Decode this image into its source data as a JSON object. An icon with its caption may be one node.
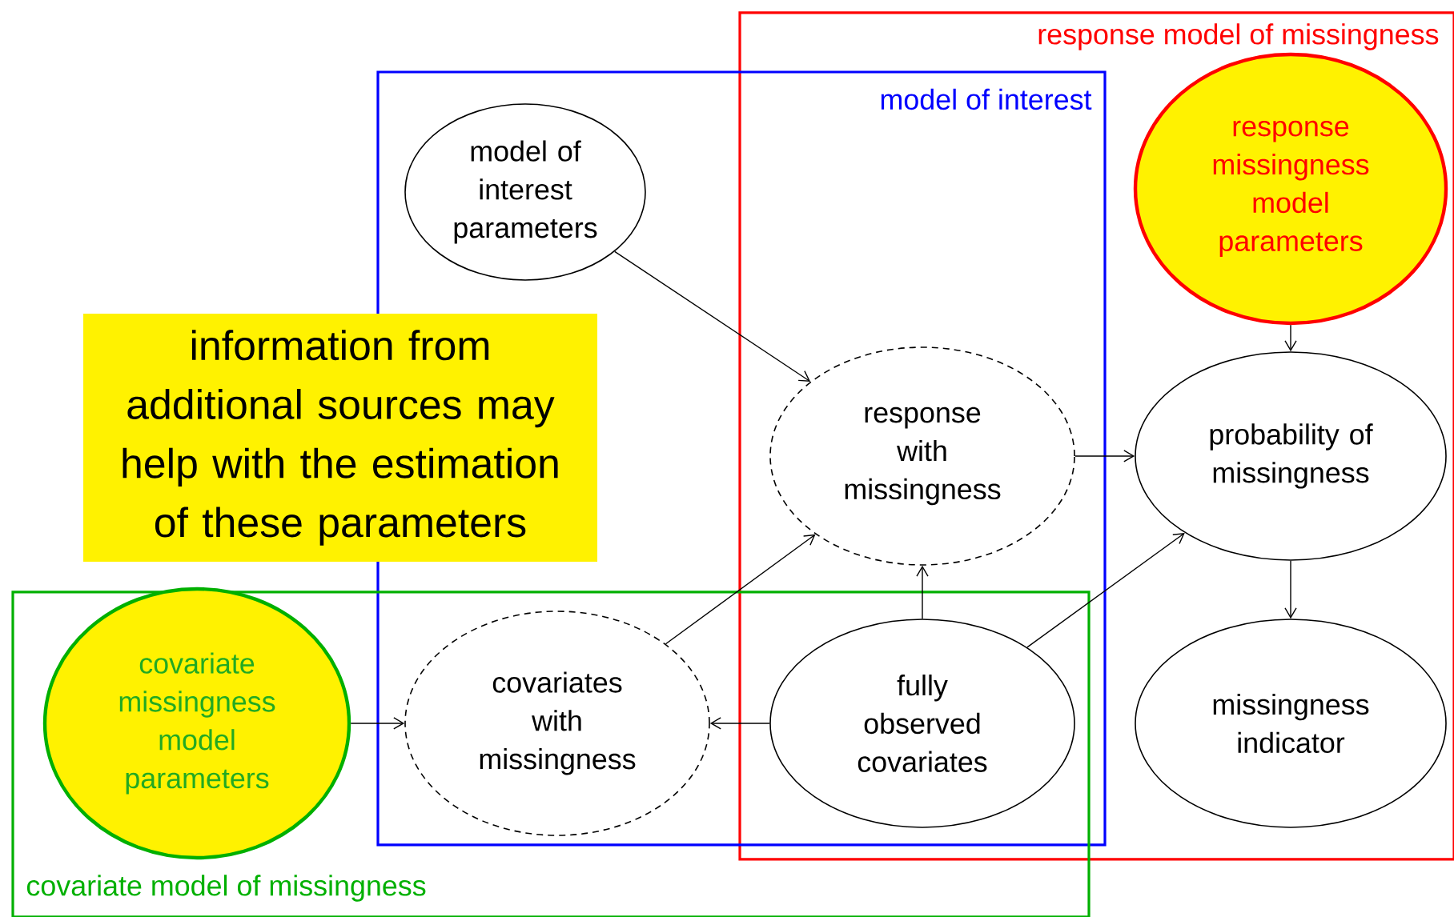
{
  "diagram": {
    "nodes": [
      {
        "text": [
          "response model of missingness"
        ]
      },
      {
        "text": [
          "model of interest"
        ]
      },
      {
        "text": [
          "covariate model of missingness"
        ]
      },
      {
        "text": [
          "model of interest parameters"
        ],
        "in": 1
      },
      {
        "text": [
          "response missingness model parameters"
        ],
        "in": 0
      },
      {
        "text": [
          "information from additional sources may help with the estimation of these parameters"
        ]
      },
      {
        "text": [
          "response with missingness"
        ]
      },
      {
        "text": [
          "probability of missingness"
        ],
        "in": 0
      },
      {
        "text": [
          "covariate missingness model parameters"
        ],
        "in": 2
      },
      {
        "text": [
          "covariates with missingness"
        ]
      },
      {
        "text": [
          "fully observed covariates"
        ]
      },
      {
        "text": [
          "missingness indicator"
        ],
        "in": 0
      }
    ],
    "edges": [
      {
        "from": 3,
        "to": 6,
        "arrow": "to"
      },
      {
        "from": 4,
        "to": 7,
        "arrow": "to"
      },
      {
        "from": 6,
        "to": 7,
        "arrow": "to"
      },
      {
        "from": 10,
        "to": 6,
        "arrow": "to"
      },
      {
        "from": 10,
        "to": 7,
        "arrow": "to"
      },
      {
        "from": 7,
        "to": 11,
        "arrow": "to"
      },
      {
        "from": 8,
        "to": 9,
        "arrow": "to"
      },
      {
        "from": 10,
        "to": 9,
        "arrow": "to"
      },
      {
        "from": 9,
        "to": 6,
        "arrow": "to"
      }
    ]
  }
}
